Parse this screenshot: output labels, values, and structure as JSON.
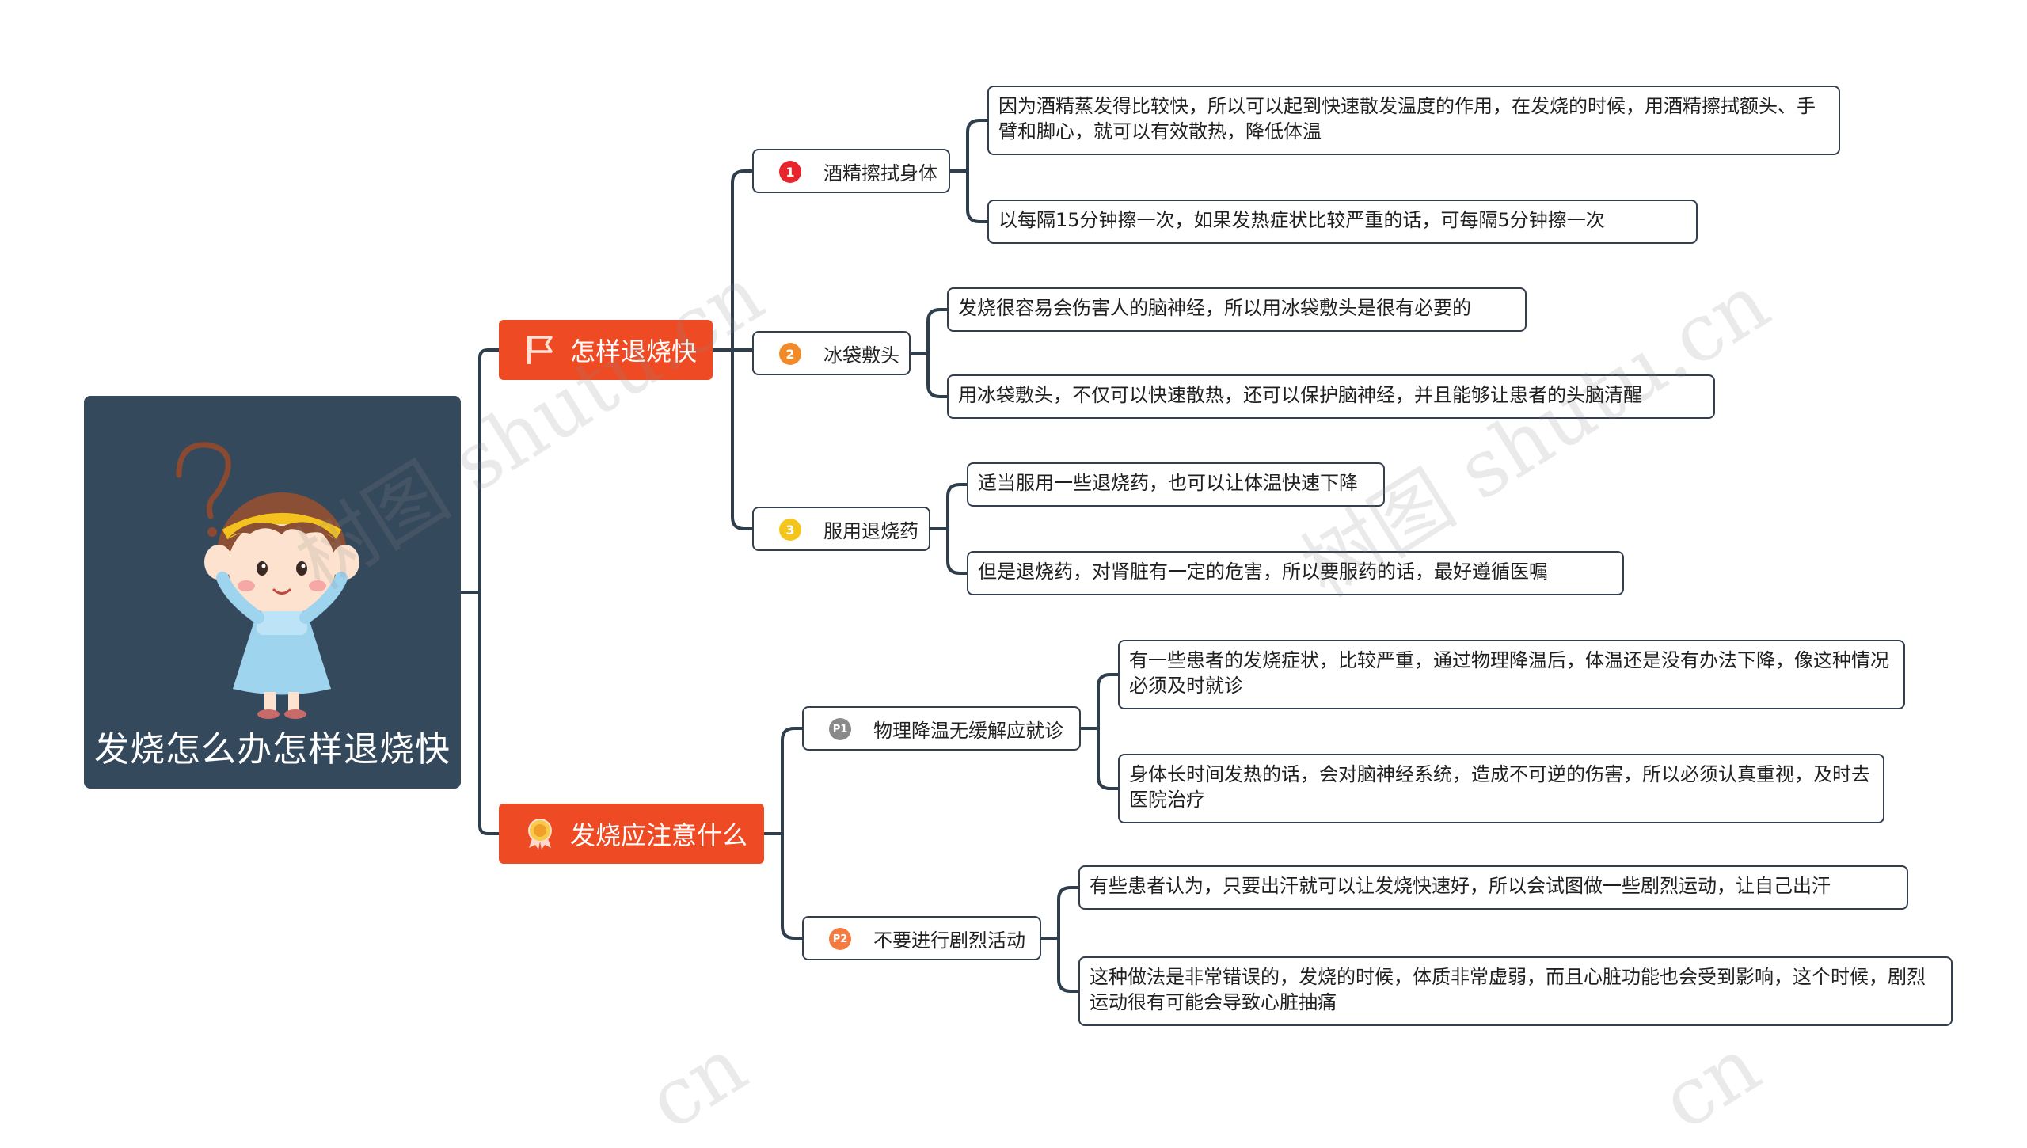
{
  "root": {
    "title": "发烧怎么办怎样退烧快",
    "illustration": "girl-with-question-mark"
  },
  "branches": [
    {
      "label": "怎样退烧快",
      "icon": "flag-icon",
      "topics": [
        {
          "label": "酒精擦拭身体",
          "badge": "1",
          "badge_color": "#e8242d",
          "leaves": [
            "因为酒精蒸发得比较快，所以可以起到快速散发温度的作用，在发烧的时候，用酒精擦拭额头、手臂和脚心，就可以有效散热，降低体温",
            "以每隔15分钟擦一次，如果发热症状比较严重的话，可每隔5分钟擦一次"
          ]
        },
        {
          "label": "冰袋敷头",
          "badge": "2",
          "badge_color": "#f38a2a",
          "leaves": [
            "发烧很容易会伤害人的脑神经，所以用冰袋敷头是很有必要的",
            "用冰袋敷头，不仅可以快速散热，还可以保护脑神经，并且能够让患者的头脑清醒"
          ]
        },
        {
          "label": "服用退烧药",
          "badge": "3",
          "badge_color": "#f6c51b",
          "leaves": [
            "适当服用一些退烧药，也可以让体温快速下降",
            "但是退烧药，对肾脏有一定的危害，所以要服药的话，最好遵循医嘱"
          ]
        }
      ]
    },
    {
      "label": "发烧应注意什么",
      "icon": "badge-award-icon",
      "topics": [
        {
          "label": "物理降温无缓解应就诊",
          "badge": "P1",
          "badge_color": "#8a8a8a",
          "leaves": [
            "有一些患者的发烧症状，比较严重，通过物理降温后，体温还是没有办法下降，像这种情况必须及时就诊",
            "身体长时间发热的话，会对脑神经系统，造成不可逆的伤害，所以必须认真重视，及时去医院治疗"
          ]
        },
        {
          "label": "不要进行剧烈活动",
          "badge": "P2",
          "badge_color": "#f47b3f",
          "leaves": [
            "有些患者认为，只要出汗就可以让发烧快速好，所以会试图做一些剧烈运动，让自己出汗",
            "这种做法是非常错误的，发烧的时候，体质非常虚弱，而且心脏功能也会受到影响，这个时候，剧烈运动很有可能会导致心脏抽痛"
          ]
        }
      ]
    }
  ],
  "watermark": {
    "text": "树图 shutu.cn",
    "partial": "cn"
  },
  "colors": {
    "root_bg": "#35495d",
    "branch_bg": "#ee4a23",
    "line": "#2f3e4c"
  }
}
